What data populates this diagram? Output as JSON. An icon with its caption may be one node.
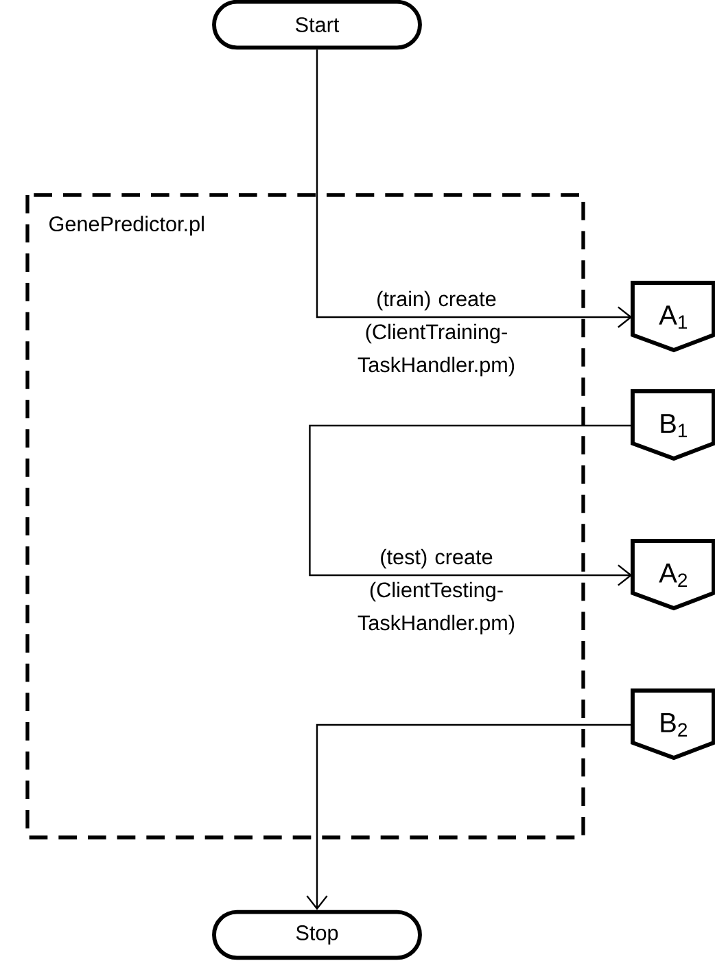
{
  "diagram": {
    "nodes": [
      {
        "text": [
          "Start"
        ]
      },
      {
        "text": [
          "A$_{1}$"
        ]
      },
      {
        "text": [
          "B$_{1}$"
        ]
      },
      {
        "text": [
          "A$_{2}$"
        ]
      },
      {
        "text": [
          "B$_{2}$"
        ]
      },
      {
        "text": [
          "Stop"
        ]
      }
    ],
    "edges": [
      {
        "from": 0,
        "to": 1,
        "arrow": "to",
        "label": "(train) create (ClientTraining-TaskHandler.pm)"
      },
      {
        "from": 2,
        "to": 3,
        "arrow": "to",
        "label": "(test) create (ClientTesting-TaskHandler.pm)"
      },
      {
        "from": 4,
        "to": 5,
        "arrow": "to"
      }
    ],
    "labels": [
      "GenePredictor.pl"
    ]
  }
}
